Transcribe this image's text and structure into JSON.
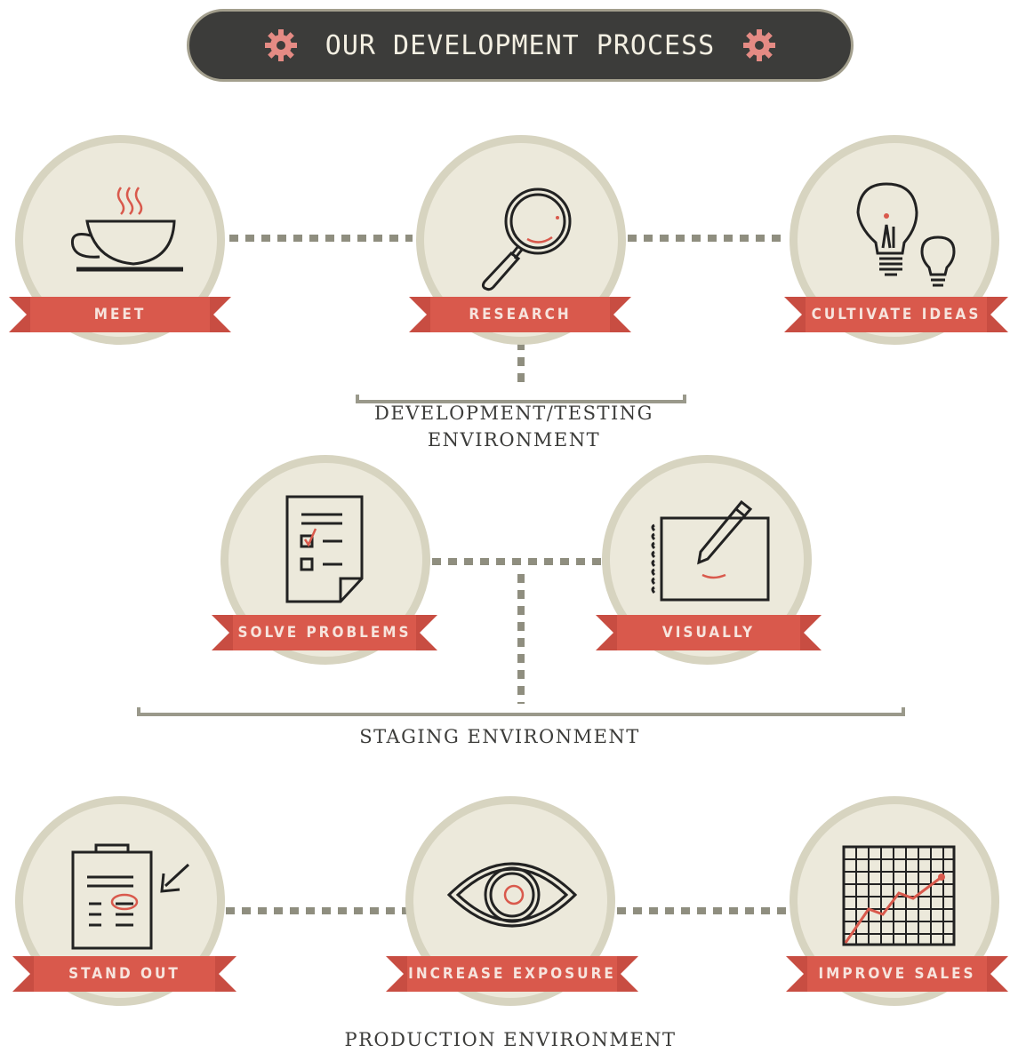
{
  "header": {
    "title": "OUR DEVELOPMENT PROCESS",
    "icon_left": "gear-icon",
    "icon_right": "gear-icon"
  },
  "colors": {
    "dark": "#3c3c3a",
    "circle_fill": "#ece9db",
    "circle_border": "#d7d4c0",
    "ribbon": "#d9594c",
    "ribbon_dark": "#b6463c",
    "dots": "#8f8e7f",
    "accent_pink": "#e58b84"
  },
  "steps": [
    {
      "label": "MEET",
      "icon": "coffee-cup-icon"
    },
    {
      "label": "RESEARCH",
      "icon": "magnifying-glass-icon"
    },
    {
      "label": "CULTIVATE IDEAS",
      "icon": "light-bulbs-icon"
    },
    {
      "label": "SOLVE PROBLEMS",
      "icon": "checklist-document-icon"
    },
    {
      "label": "VISUALLY",
      "icon": "sketchbook-pencil-icon"
    },
    {
      "label": "STAND OUT",
      "icon": "clipboard-arrow-icon"
    },
    {
      "label": "INCREASE EXPOSURE",
      "icon": "eye-icon"
    },
    {
      "label": "IMPROVE SALES",
      "icon": "growth-chart-icon"
    }
  ],
  "environments": {
    "dev_line1": "DEVELOPMENT/TESTING",
    "dev_line2": "ENVIRONMENT",
    "staging": "STAGING ENVIRONMENT",
    "production": "PRODUCTION ENVIRONMENT"
  }
}
